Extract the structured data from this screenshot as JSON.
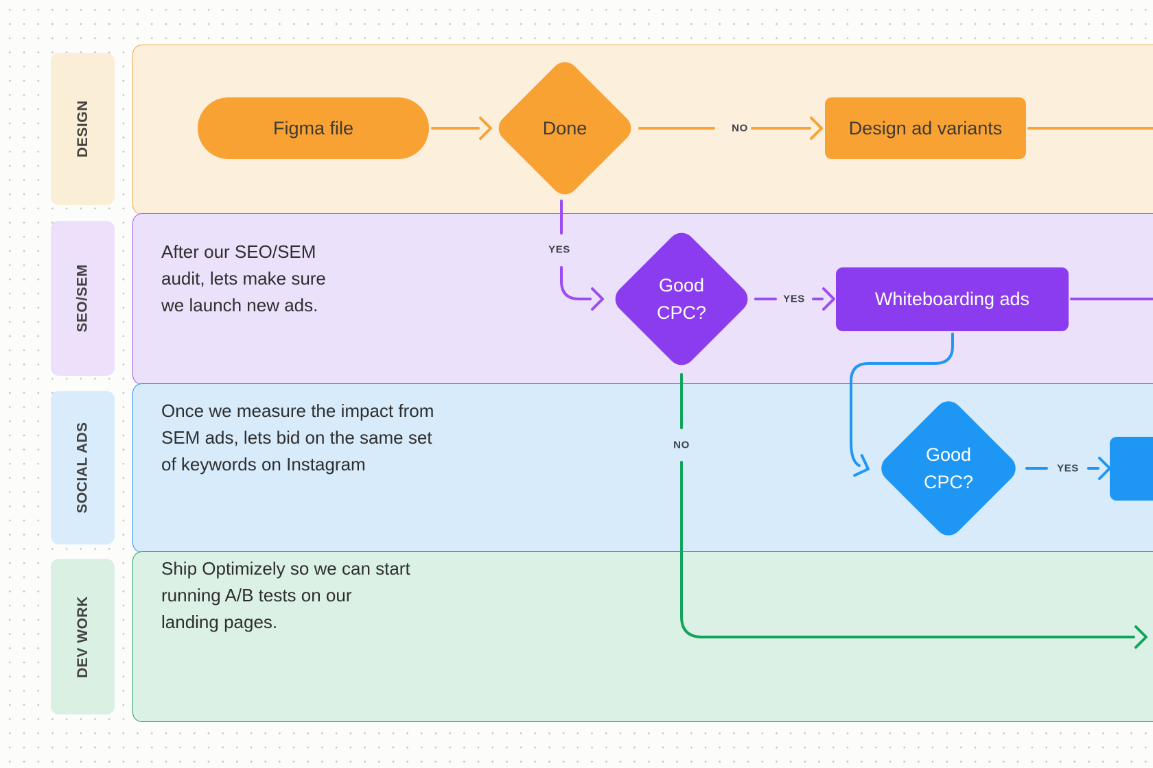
{
  "palette": {
    "canvas_background": "#FCFCFB",
    "dot_grid": "#C6C5C1",
    "orange_node": "#F9A234",
    "orange_lane_bg": "#FCF0DC",
    "orange_lane_border": "#F6A43B",
    "purple_node": "#8B3CEE",
    "purple_connector": "#9C4DF2",
    "purple_lane_bg": "#ECE1FA",
    "purple_lane_border": "#9B57F2",
    "blue_node": "#1E96F3",
    "blue_connector": "#2196F3",
    "blue_lane_bg": "#D7EBFB",
    "blue_lane_border": "#2A90F0",
    "green_connector": "#12A45C",
    "green_lane_bg": "#DCF1E5",
    "green_lane_border": "#1FA25D",
    "node_text_dark": "#3E3A33",
    "node_text_light": "#FFFFFF",
    "edge_label_text": "#3C4148"
  },
  "lanes": [
    {
      "label": "DESIGN",
      "description_lines": []
    },
    {
      "label": "SEO/SEM",
      "description_lines": [
        "After our SEO/SEM",
        "audit, lets make sure",
        "we launch new ads."
      ]
    },
    {
      "label": "SOCIAL ADS",
      "description_lines": [
        "Once we measure the impact from",
        "SEM ads, lets bid on the same set",
        "of keywords on Instagram"
      ]
    },
    {
      "label": "DEV WORK",
      "description_lines": [
        "Ship Optimizely so we can start",
        "running A/B tests on our",
        "landing pages."
      ]
    }
  ],
  "nodes": {
    "figma_file": {
      "label": "Figma file",
      "shape": "pill",
      "color": "#F9A234"
    },
    "done": {
      "label": "Done",
      "shape": "diamond",
      "color": "#F9A234"
    },
    "design_ad_variants": {
      "label": "Design ad variants",
      "shape": "rectangle",
      "color": "#F9A234"
    },
    "good_cpc_sem": {
      "lines": [
        "Good",
        "CPC?"
      ],
      "shape": "diamond",
      "color": "#8B3CEE"
    },
    "whiteboarding_ads": {
      "label": "Whiteboarding ads",
      "shape": "rectangle",
      "color": "#8B3CEE"
    },
    "good_cpc_social": {
      "lines": [
        "Good",
        "CPC?"
      ],
      "shape": "diamond",
      "color": "#1E96F3"
    },
    "cropped_right_node": {
      "label": "",
      "shape": "rectangle",
      "color": "#1E96F3"
    }
  },
  "edge_labels": {
    "done_no": "NO",
    "done_yes": "YES",
    "sem_yes": "YES",
    "sem_no": "NO",
    "social_yes": "YES"
  }
}
